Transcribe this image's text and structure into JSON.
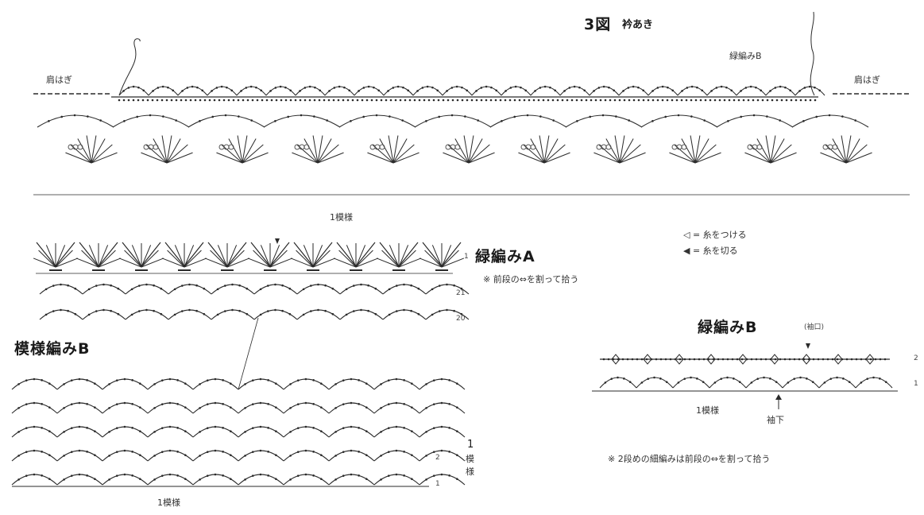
{
  "figure": {
    "title": "3図",
    "title_sub": "衿あき",
    "shoulder_left": "肩はぎ",
    "shoulder_right": "肩はぎ",
    "edge_b_top": "緑編みB"
  },
  "edging_a": {
    "repeat_label": "1模様",
    "name": "緑編みA",
    "note": "※ 前段の⇔を割って拾う",
    "row_labels": [
      "1",
      "21",
      "20"
    ]
  },
  "legend": {
    "attach": "◁ = 糸をつける",
    "cut": "◀ = 糸を切る"
  },
  "pattern_b": {
    "name": "模様編みB",
    "repeat_label": "1模様",
    "row_labels": [
      "2",
      "1"
    ],
    "side_repeat": [
      "1",
      "模",
      "様"
    ]
  },
  "edging_b": {
    "name": "緑編みB",
    "sub": "(袖口)",
    "repeat_label": "1模様",
    "underarm": "袖下",
    "row_labels": [
      "2",
      "1"
    ],
    "note": "※ 2段めの細編みは前段の⇔を割って拾う"
  },
  "diagram_colors": {
    "ink": "#2a2a2a",
    "light": "#555555"
  }
}
